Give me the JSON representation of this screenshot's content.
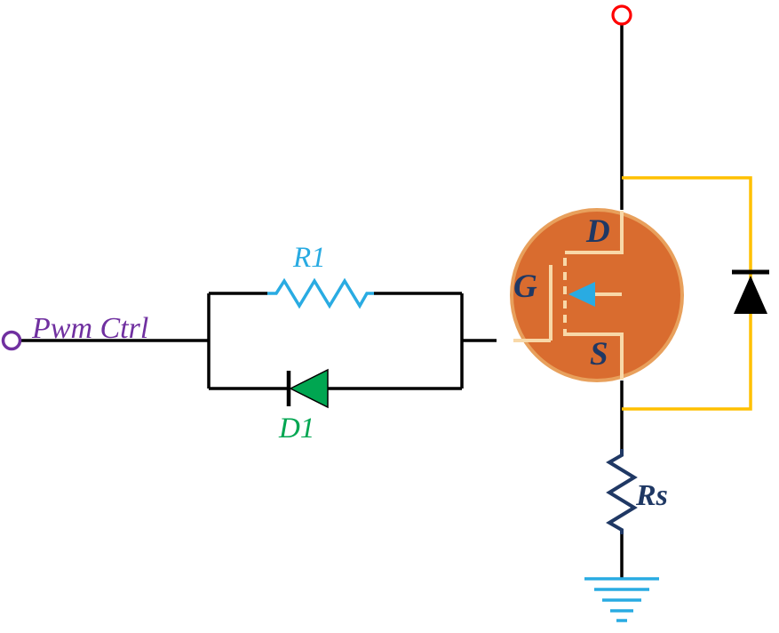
{
  "labels": {
    "pwm_ctrl": "Pwm Ctrl",
    "r1": "R1",
    "d1": "D1",
    "drain": "D",
    "gate": "G",
    "source": "S",
    "rs": "Rs"
  },
  "colors": {
    "wire": "#000000",
    "pwm_purple": "#7030A0",
    "r1_cyan": "#29ABE2",
    "d1_green": "#00A651",
    "mosfet_fill": "#D96C2F",
    "mosfet_edge": "#E8A05C",
    "mosfet_symbol": "#F8D8A8",
    "arrow_cyan": "#29ABE2",
    "body_wire_orange": "#FFC000",
    "diode_black": "#000000",
    "navy": "#1F3864",
    "ground_cyan": "#29ABE2",
    "top_terminal_red": "#FF0000",
    "background": "#FFFFFF"
  }
}
